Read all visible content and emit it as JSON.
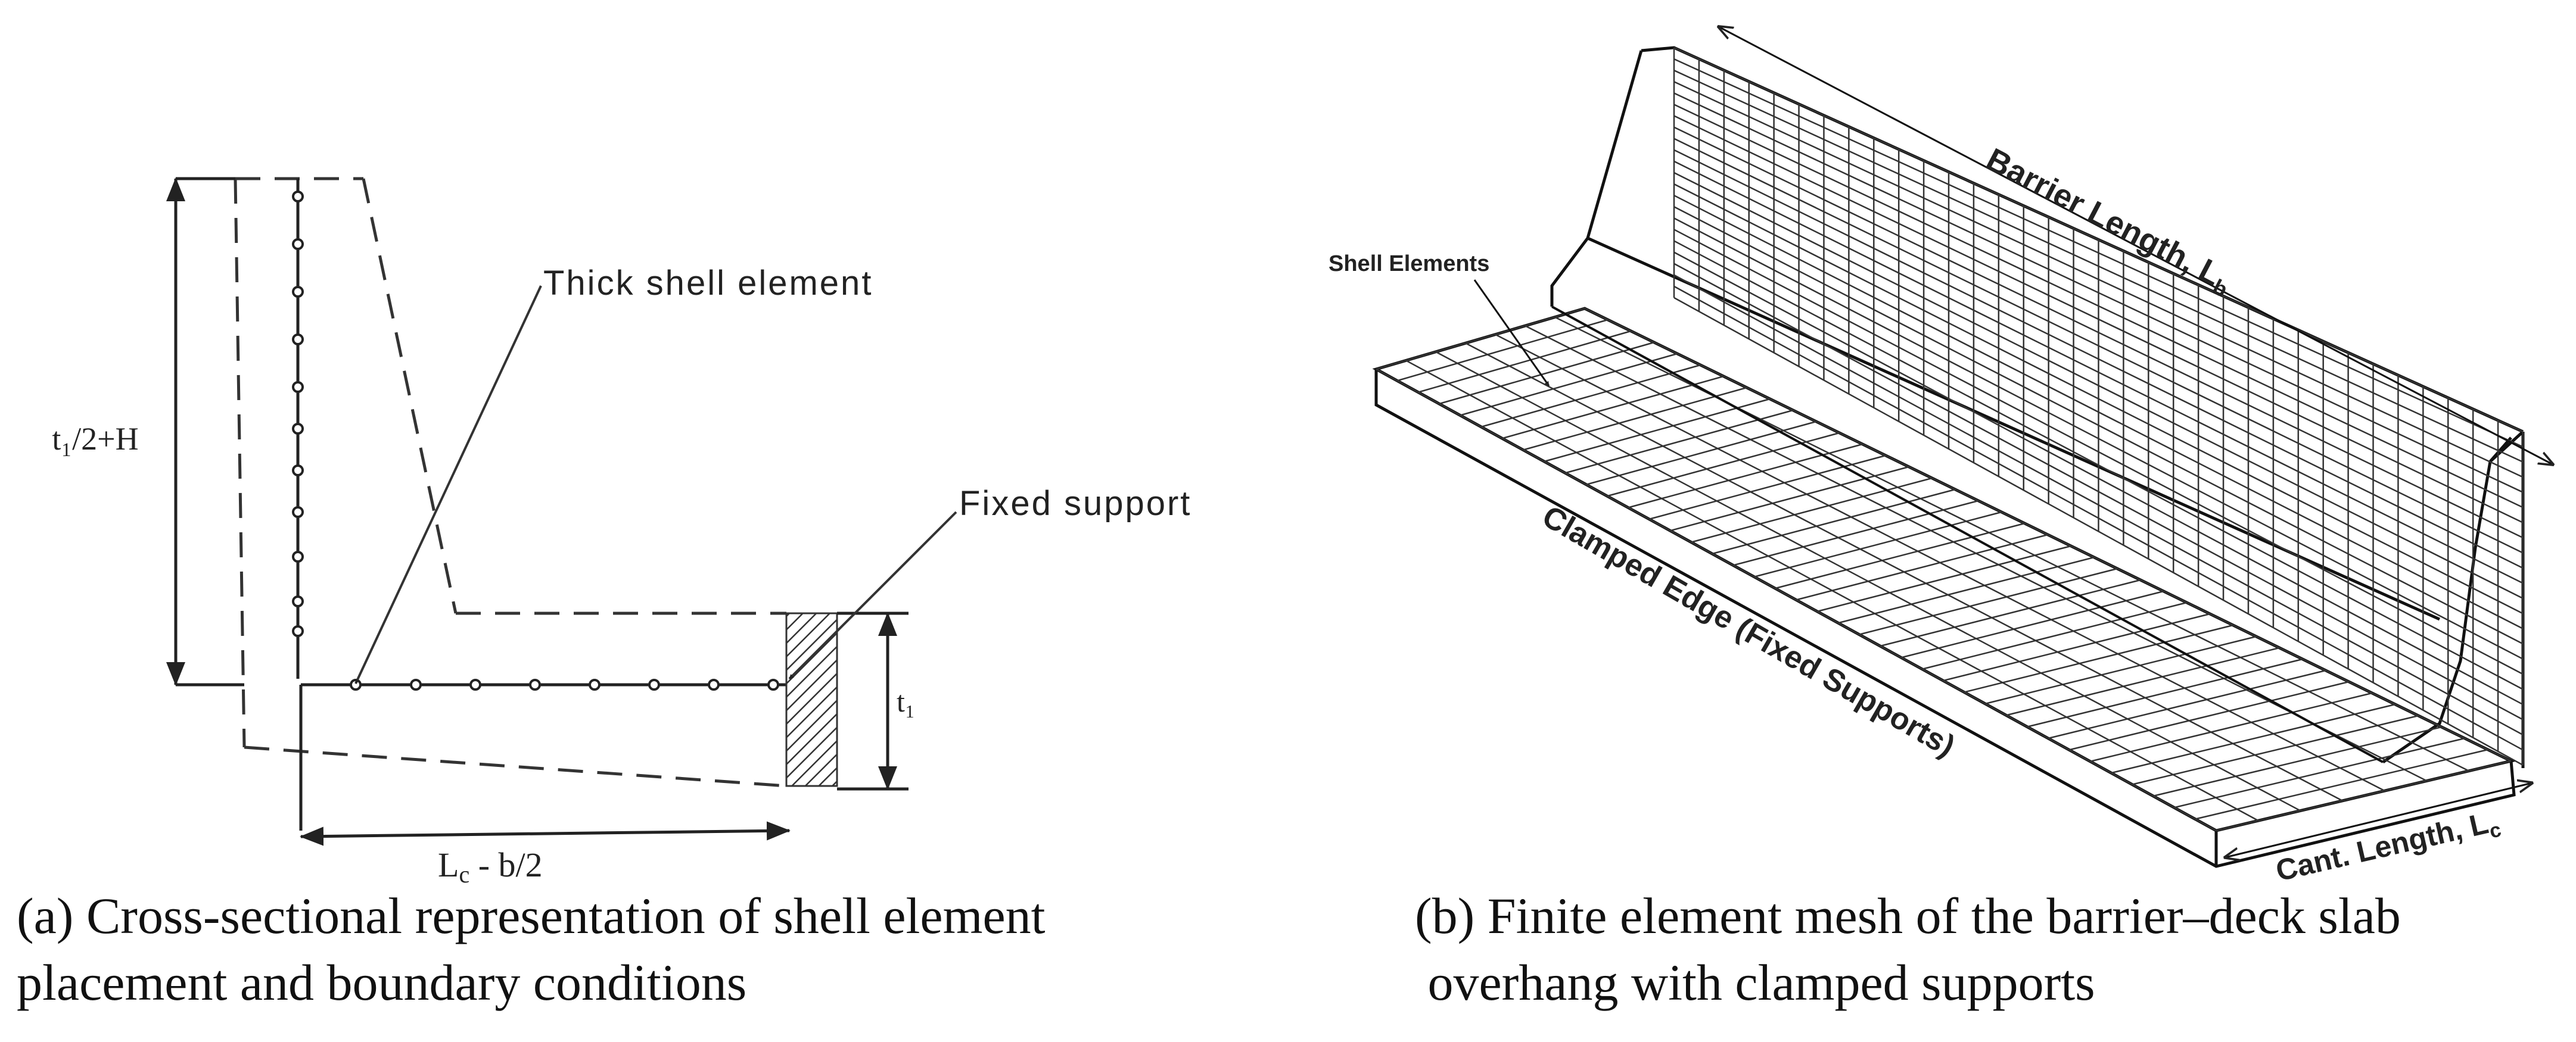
{
  "panel_a": {
    "label_height": "t₁/2+H",
    "label_thick_shell": "Thick shell element",
    "label_fixed_support": "Fixed support",
    "label_thickness": "t₁",
    "label_length_main": "L",
    "label_length_sub": "c",
    "label_length_rest": " - b/2",
    "caption_line1": "(a) Cross-sectional representation of shell element",
    "caption_line2": "placement and boundary conditions"
  },
  "panel_b": {
    "label_shell_elements": "Shell Elements",
    "label_barrier_length_main": "Barrier Length, L",
    "label_barrier_length_sub": "b",
    "label_clamped_edge": "Clamped Edge (Fixed Supports)",
    "label_cant_length_main": "Cant. Length, L",
    "label_cant_length_sub": "c",
    "caption_line1": "(b) Finite element mesh of the barrier–deck slab",
    "caption_line2": " overhang with clamped supports"
  },
  "colors": {
    "line": "#222222",
    "hatch": "#333333",
    "background": "#ffffff"
  }
}
